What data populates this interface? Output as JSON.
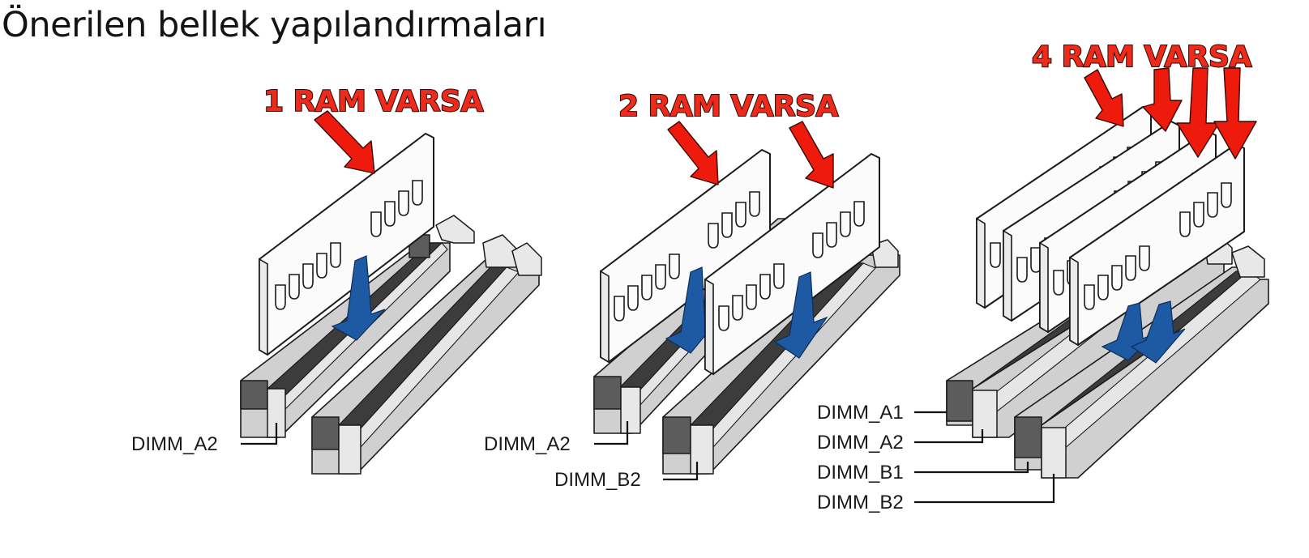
{
  "title": "Önerilen bellek yapılandırmaları",
  "configs": [
    {
      "callout": "1 RAM VARSA",
      "labels": [
        "DIMM_A2"
      ]
    },
    {
      "callout": "2 RAM VARSA",
      "labels": [
        "DIMM_A2",
        "DIMM_B2"
      ]
    },
    {
      "callout": "4 RAM VARSA",
      "labels": [
        "DIMM_A1",
        "DIMM_A2",
        "DIMM_B1",
        "DIMM_B2"
      ]
    }
  ],
  "colors": {
    "callout_red": "#ee2a1a",
    "install_arrow_blue": "#1d5aa3",
    "slot_gray": "#d0d0d0"
  }
}
